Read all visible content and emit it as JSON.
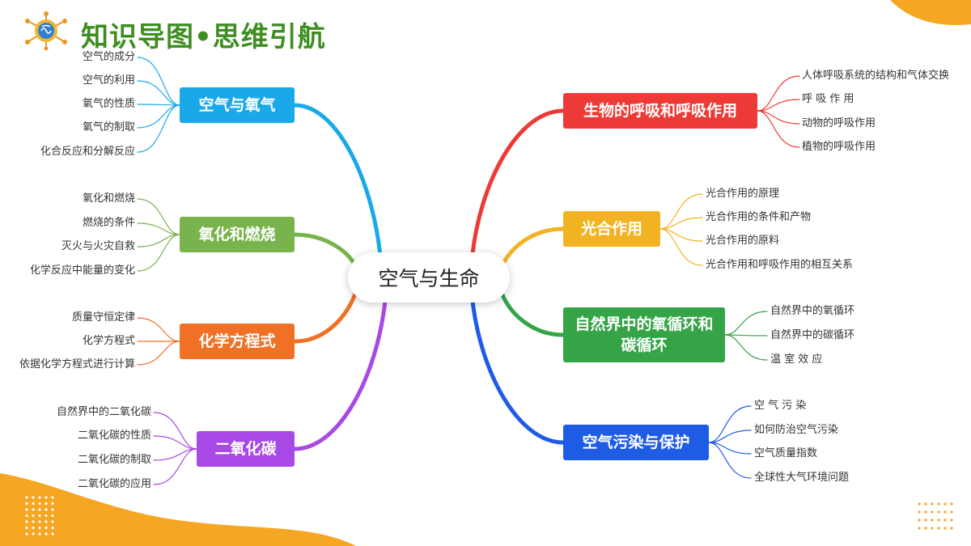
{
  "header": {
    "title": "知识导图•思维引航",
    "logo_icon": "brain-gear-icon"
  },
  "center": {
    "label": "空气与生命"
  },
  "branches": [
    {
      "label": "空气与氧气",
      "color": "#1aa9e8",
      "items": [
        "空气的成分",
        "空气的利用",
        "氧气的性质",
        "氧气的制取",
        "化合反应和分解反应"
      ]
    },
    {
      "label": "氧化和燃烧",
      "color": "#79b34c",
      "items": [
        "氧化和燃烧",
        "燃烧的条件",
        "灭火与火灾自救",
        "化学反应中能量的变化"
      ]
    },
    {
      "label": "化学方程式",
      "color": "#f07125",
      "items": [
        "质量守恒定律",
        "化学方程式",
        "依据化学方程式进行计算"
      ]
    },
    {
      "label": "二氧化碳",
      "color": "#a849e6",
      "items": [
        "自然界中的二氧化碳",
        "二氧化碳的性质",
        "二氧化碳的制取",
        "二氧化碳的应用"
      ]
    },
    {
      "label": "生物的呼吸和呼吸作用",
      "color": "#ee3a36",
      "items": [
        "人体呼吸系统的结构和气体交换",
        "呼 吸 作 用",
        "动物的呼吸作用",
        "植物的呼吸作用"
      ]
    },
    {
      "label": "光合作用",
      "color": "#f2b322",
      "items": [
        "光合作用的原理",
        "光合作用的条件和产物",
        "光合作用的原料",
        "光合作用和呼吸作用的相互关系"
      ]
    },
    {
      "label": "自然界中的氧循环和碳循环",
      "color": "#34a446",
      "items": [
        "自然界中的氧循环",
        "自然界中的碳循环",
        "温 室 效 应"
      ]
    },
    {
      "label": "空气污染与保护",
      "color": "#1f5ce5",
      "items": [
        "空 气 污 染",
        "如何防治空气污染",
        "空气质量指数",
        "全球性大气环境问题"
      ]
    }
  ],
  "decor_color": "#f5a623"
}
